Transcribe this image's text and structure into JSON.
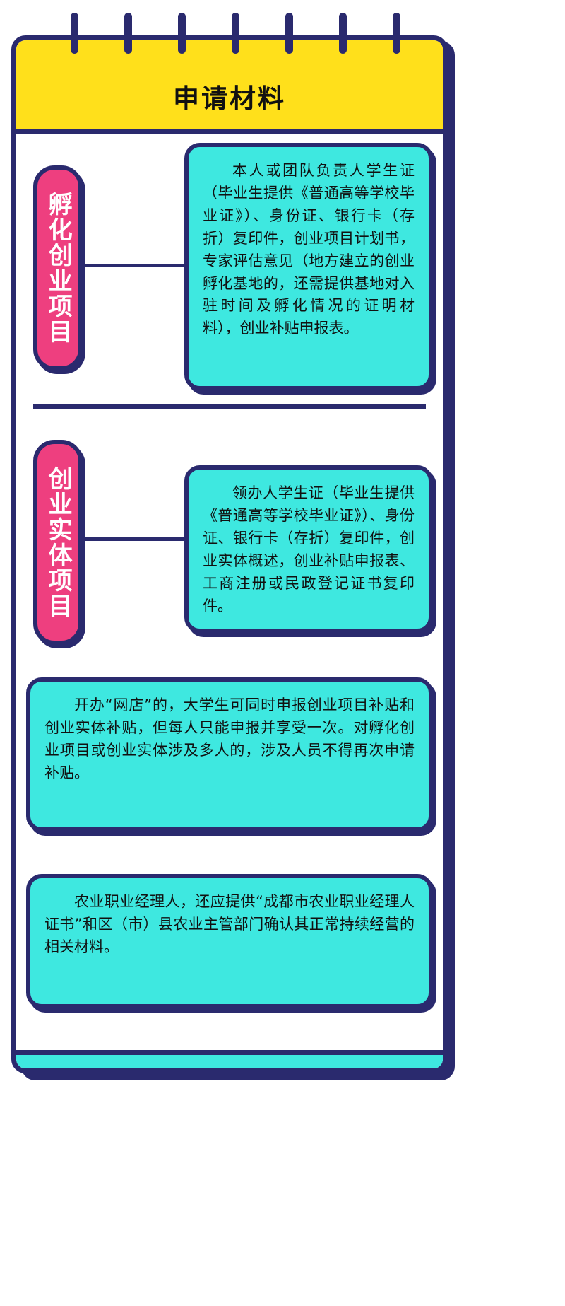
{
  "header": {
    "title": "申请材料"
  },
  "sections": [
    {
      "label": "孵化创业项目",
      "body": "本人或团队负责人学生证（毕业生提供《普通高等学校毕业证》）、身份证、银行卡（存折）复印件，创业项目计划书，专家评估意见（地方建立的创业孵化基地的，还需提供基地对入驻时间及孵化情况的证明材料），创业补贴申报表。"
    },
    {
      "label": "创业实体项目",
      "body": "领办人学生证（毕业生提供《普通高等学校毕业证》）、身份证、银行卡（存折）复印件，创业实体概述，创业补贴申报表、工商注册或民政登记证书复印件。"
    }
  ],
  "notes": [
    {
      "body": "开办“网店”的，大学生可同时申报创业项目补贴和创业实体补贴，但每人只能申报并享受一次。对孵化创业项目或创业实体涉及多人的，涉及人员不得再次申请补贴。"
    },
    {
      "body": "农业职业经理人，还应提供“成都市农业职业经理人证书”和区（市）县农业主管部门确认其正常持续经营的相关材料。"
    }
  ],
  "colors": {
    "navy": "#2a2a6e",
    "yellow": "#ffe01b",
    "cyan": "#3ee8e0",
    "pink": "#ee3f7f",
    "text": "#111111"
  }
}
